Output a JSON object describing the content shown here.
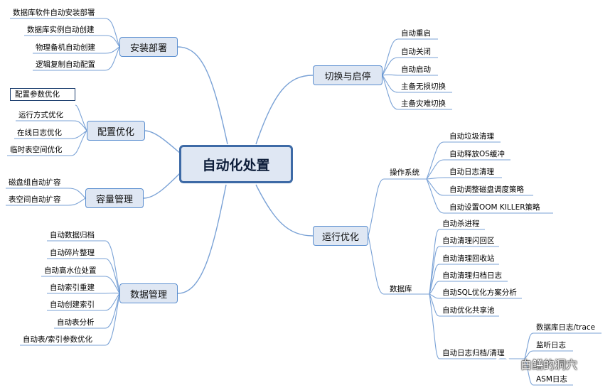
{
  "central": "自动化处置",
  "branches": {
    "install": {
      "label": "安装部署",
      "items": [
        "数据库软件自动安装部署",
        "数据库实例自动创建",
        "物理备机自动创建",
        "逻辑复制自动配置"
      ]
    },
    "config": {
      "label": "配置优化",
      "items": [
        "配置参数优化",
        "运行方式优化",
        "在线日志优化",
        "临时表空间优化"
      ]
    },
    "capacity": {
      "label": "容量管理",
      "items": [
        "磁盘组自动扩容",
        "表空间自动扩容"
      ]
    },
    "data": {
      "label": "数据管理",
      "items": [
        "自动数据归档",
        "自动碎片整理",
        "自动高水位处置",
        "自动索引重建",
        "自动创建索引",
        "自动表分析",
        "自动表/索引参数优化"
      ]
    },
    "switch": {
      "label": "切换与启停",
      "items": [
        "自动重启",
        "自动关闭",
        "自动启动",
        "主备无损切换",
        "主备灾难切换"
      ]
    },
    "runtime": {
      "label": "运行优化",
      "os": {
        "label": "操作系统",
        "items": [
          "自动垃圾清理",
          "自动释放OS缓冲",
          "自动日志清理",
          "自动调整磁盘调度策略",
          "自动设置OOM KILLER策略"
        ]
      },
      "db": {
        "label": "数据库",
        "items": [
          "自动杀进程",
          "自动清理闪回区",
          "自动清理回收站",
          "自动清理归档日志",
          "自动SQL优化方案分析",
          "自动优化共享池"
        ],
        "archive": {
          "label": "自动日志归档/清理",
          "items": [
            "数据库日志/trace",
            "监听日志",
            "ASM日志"
          ]
        }
      }
    }
  },
  "watermark": "白鳝的洞穴",
  "colors": {
    "line": "#7aa2d6",
    "border": "#5b8fd0",
    "fill": "#dfe7f3",
    "central_border": "#3d6aa6"
  }
}
